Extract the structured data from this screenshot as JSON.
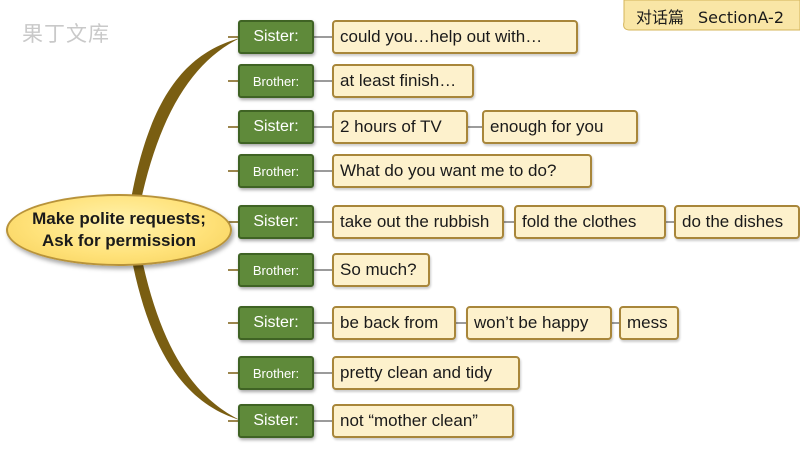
{
  "watermark": "果丁文库",
  "banner": {
    "part1": "对话篇",
    "part2": "SectionA-2"
  },
  "center": {
    "line1": "Make polite requests;",
    "line2": "Ask for permission"
  },
  "colors": {
    "speaker_bg": "#5f8a3a",
    "phrase_bg": "#fdf1cc",
    "phrase_border": "#a8863a",
    "branch": "#7a5e12",
    "center_bg": "#ffe27a",
    "banner_bg": "#f9e6a6"
  },
  "rows": [
    {
      "speaker": "Sister:",
      "phrases": [
        "could you…help out with…"
      ]
    },
    {
      "speaker": "Brother:",
      "phrases": [
        "at least finish…"
      ]
    },
    {
      "speaker": "Sister:",
      "phrases": [
        "2 hours of TV",
        "enough for you"
      ]
    },
    {
      "speaker": "Brother:",
      "phrases": [
        "What do you want me to do?"
      ]
    },
    {
      "speaker": "Sister:",
      "phrases": [
        "take out the rubbish",
        "fold the clothes",
        "do the dishes"
      ]
    },
    {
      "speaker": "Brother:",
      "phrases": [
        "So much?"
      ]
    },
    {
      "speaker": "Sister:",
      "phrases": [
        "be back from",
        "won’t be happy",
        "mess"
      ]
    },
    {
      "speaker": "Brother:",
      "phrases": [
        "pretty clean and tidy"
      ]
    },
    {
      "speaker": "Sister:",
      "phrases": [
        "not “mother clean”"
      ]
    }
  ]
}
